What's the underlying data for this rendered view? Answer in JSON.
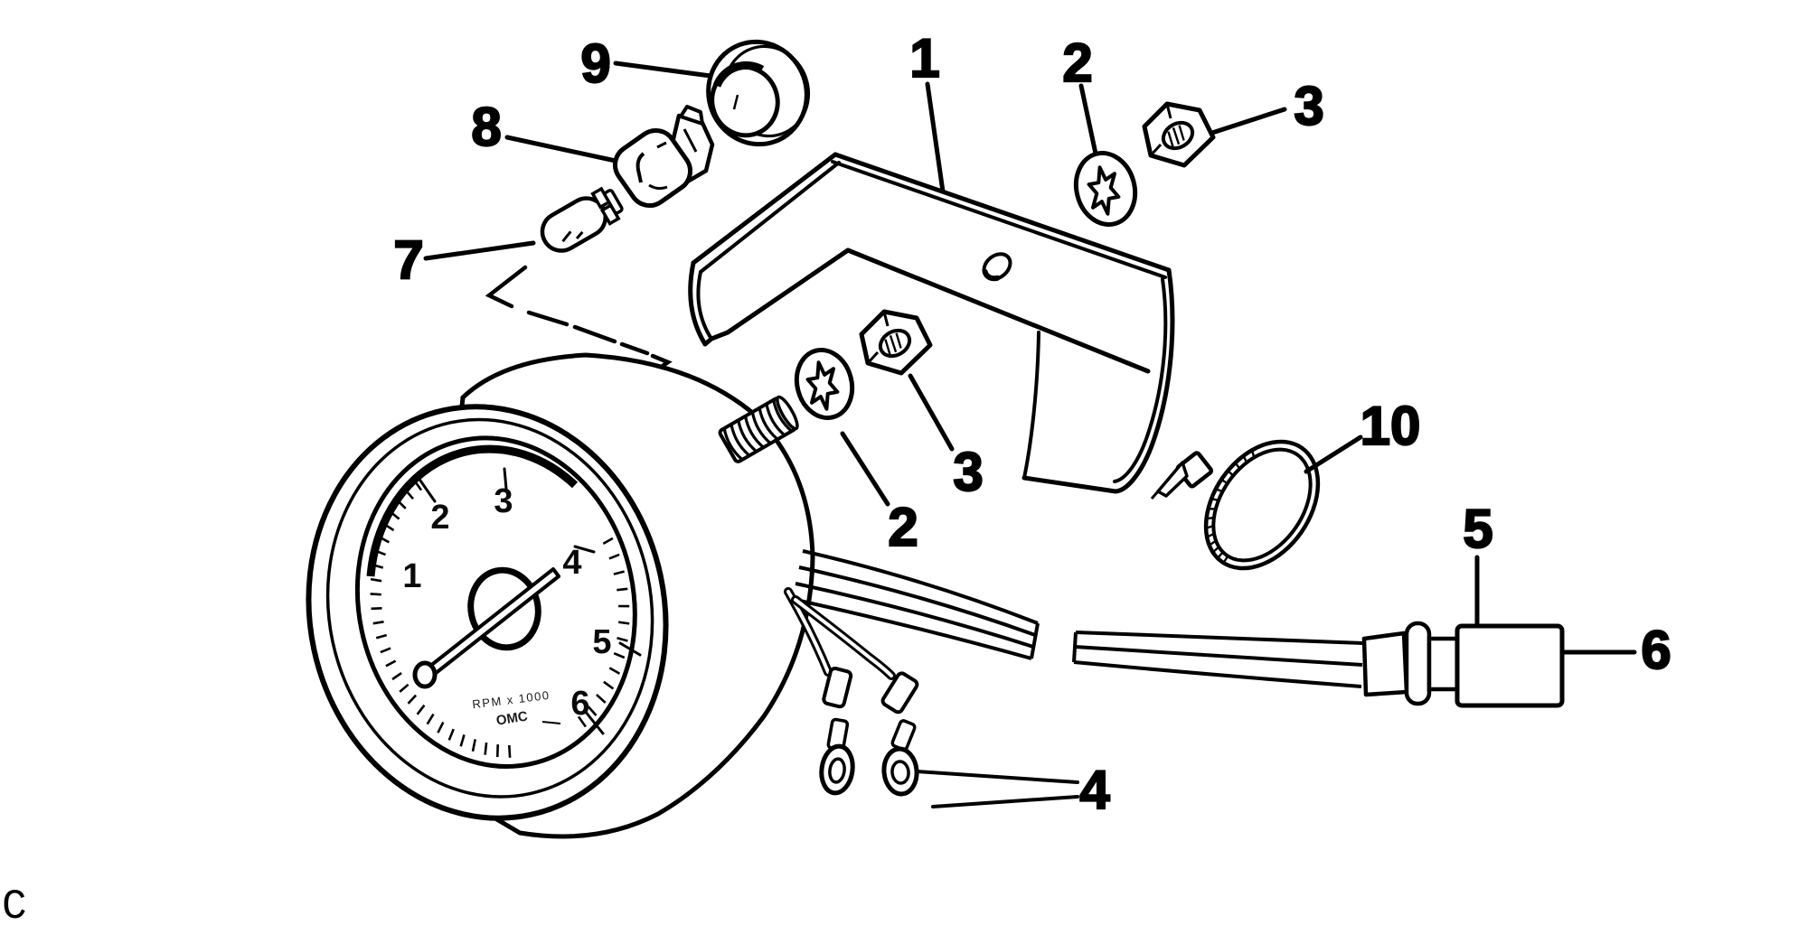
{
  "figure": {
    "kind": "exploded-parts-line-diagram",
    "subject": "Tachometer gauge and mounting bracket assembly",
    "background_color": "#ffffff",
    "ink_color": "#000000"
  },
  "callouts": {
    "bracket": "1",
    "washer_top": "2",
    "nut_top": "3",
    "washer_mid": "2",
    "nut_mid": "3",
    "ring_terminals": "4",
    "connector_sleeve": "5",
    "connector_body": "6",
    "bulb": "7",
    "bulb_socket": "8",
    "socket_cap": "9",
    "cable_tie": "10"
  },
  "gauge": {
    "dial_numbers": [
      "1",
      "2",
      "3",
      "4",
      "5",
      "6"
    ],
    "dial_legend": "RPM x 1000",
    "brand": "OMC"
  },
  "corner_mark": "C"
}
